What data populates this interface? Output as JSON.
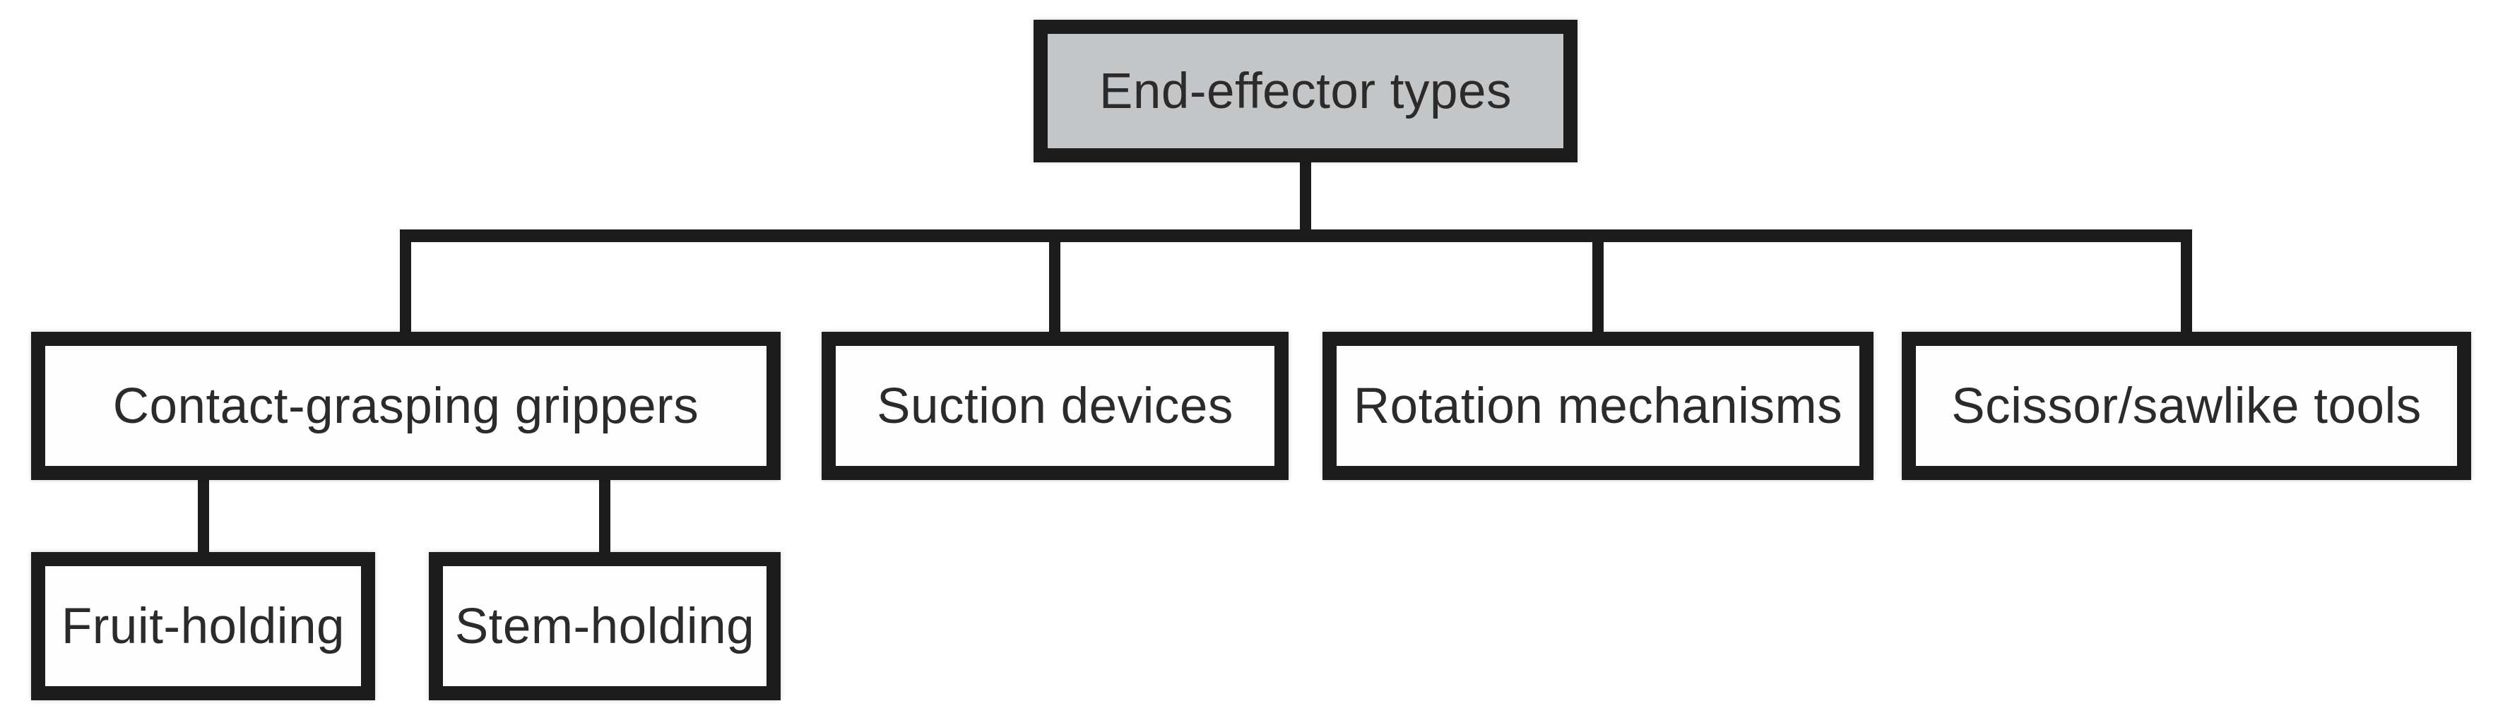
{
  "diagram": {
    "title": "End-effector types",
    "type": "tree",
    "nodes": {
      "root": {
        "label": "End-effector types",
        "parent": null
      },
      "contact": {
        "label": "Contact-grasping grippers",
        "parent": "root"
      },
      "suction": {
        "label": "Suction devices",
        "parent": "root"
      },
      "rotation": {
        "label": "Rotation mechanisms",
        "parent": "root"
      },
      "scissor": {
        "label": "Scissor/sawlike tools",
        "parent": "root"
      },
      "fruit": {
        "label": "Fruit-holding",
        "parent": "contact"
      },
      "stem": {
        "label": "Stem-holding",
        "parent": "contact"
      }
    },
    "colors": {
      "background": "#ffffff",
      "root_fill": "#c3c5c7",
      "node_fill": "#fefefe",
      "border": "#1c1c1c",
      "connector": "#1c1c1c",
      "text": "#2b2b2b"
    }
  }
}
